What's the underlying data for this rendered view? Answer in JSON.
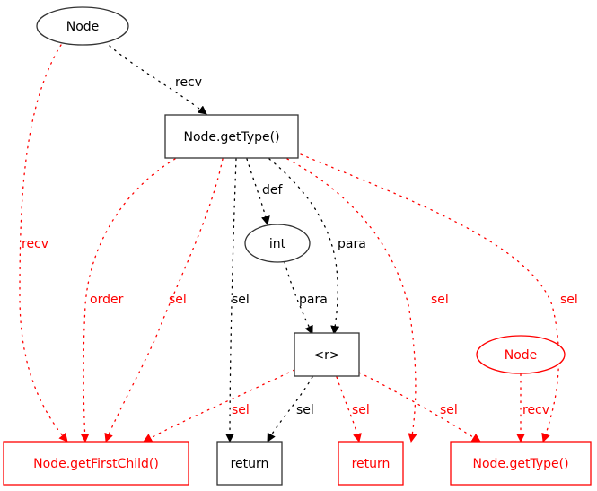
{
  "colors": {
    "black": "#000000",
    "red": "#ff0000"
  },
  "nodes": [
    {
      "id": "n_node_top",
      "label": "Node",
      "shape": "ellipse",
      "color": "black"
    },
    {
      "id": "n_gettype",
      "label": "Node.getType()",
      "shape": "box",
      "color": "black"
    },
    {
      "id": "n_int",
      "label": "int",
      "shape": "ellipse",
      "color": "black"
    },
    {
      "id": "n_r",
      "label": "<r>",
      "shape": "box",
      "color": "black"
    },
    {
      "id": "n_node_red",
      "label": "Node",
      "shape": "ellipse",
      "color": "red"
    },
    {
      "id": "n_getfirstchild",
      "label": "Node.getFirstChild()",
      "shape": "box",
      "color": "red"
    },
    {
      "id": "n_return_black",
      "label": "return",
      "shape": "box",
      "color": "black"
    },
    {
      "id": "n_return_red",
      "label": "return",
      "shape": "box",
      "color": "red"
    },
    {
      "id": "n_gettype_red",
      "label": "Node.getType()",
      "shape": "box",
      "color": "red"
    }
  ],
  "edges": [
    {
      "id": "e1",
      "from": "n_node_top",
      "to": "n_gettype",
      "label": "recv",
      "color": "black"
    },
    {
      "id": "e2",
      "from": "n_node_top",
      "to": "n_getfirstchild",
      "label": "recv",
      "color": "red"
    },
    {
      "id": "e3",
      "from": "n_gettype",
      "to": "n_getfirstchild",
      "label": "order",
      "color": "red"
    },
    {
      "id": "e4",
      "from": "n_gettype",
      "to": "n_getfirstchild",
      "label": "sel",
      "color": "red"
    },
    {
      "id": "e5",
      "from": "n_gettype",
      "to": "n_return_black",
      "label": "sel",
      "color": "black"
    },
    {
      "id": "e6",
      "from": "n_gettype",
      "to": "n_int",
      "label": "def",
      "color": "black"
    },
    {
      "id": "e7",
      "from": "n_gettype",
      "to": "n_r",
      "label": "para",
      "color": "black"
    },
    {
      "id": "e8",
      "from": "n_gettype",
      "to": "n_return_red",
      "label": "sel",
      "color": "red"
    },
    {
      "id": "e9",
      "from": "n_gettype",
      "to": "n_gettype_red",
      "label": "sel",
      "color": "red"
    },
    {
      "id": "e10",
      "from": "n_int",
      "to": "n_r",
      "label": "para",
      "color": "black"
    },
    {
      "id": "e11",
      "from": "n_r",
      "to": "n_getfirstchild",
      "label": "sel",
      "color": "red"
    },
    {
      "id": "e12",
      "from": "n_r",
      "to": "n_return_black",
      "label": "sel",
      "color": "black"
    },
    {
      "id": "e13",
      "from": "n_r",
      "to": "n_return_red",
      "label": "sel",
      "color": "red"
    },
    {
      "id": "e14",
      "from": "n_r",
      "to": "n_gettype_red",
      "label": "sel",
      "color": "red"
    },
    {
      "id": "e15",
      "from": "n_node_red",
      "to": "n_gettype_red",
      "label": "recv",
      "color": "red"
    }
  ]
}
